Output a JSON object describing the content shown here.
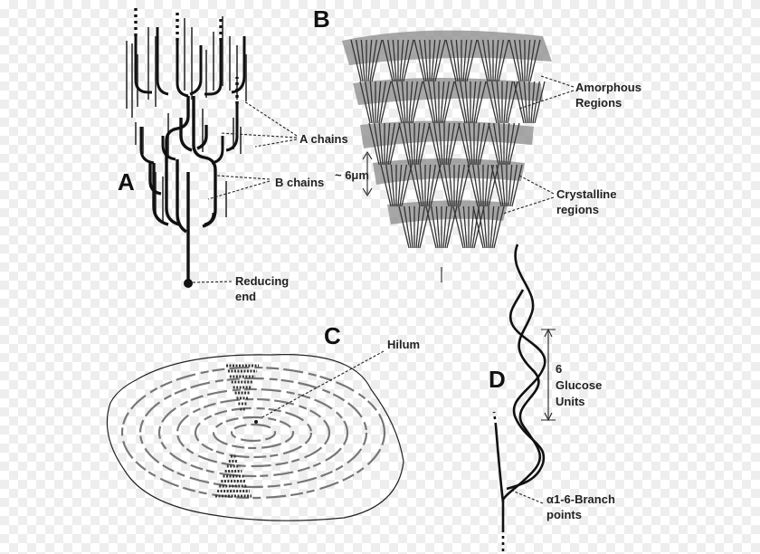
{
  "panels": {
    "a": {
      "letter": "A",
      "a_chains_label": "A chains",
      "b_chains_label": "B chains",
      "reducing_end_label": [
        "Reducing",
        "end"
      ]
    },
    "b": {
      "letter": "B",
      "amorphous_label": [
        "Amorphous",
        "Regions"
      ],
      "crystalline_label": [
        "Crystalline",
        "regions"
      ],
      "spacing_label": "~ 6μm"
    },
    "c": {
      "letter": "C",
      "hilum_label": "Hilum"
    },
    "d": {
      "letter": "D",
      "repeat_label": [
        "6",
        "Glucose",
        "Units"
      ],
      "branch_label": [
        "α1-6-Branch",
        "points"
      ]
    }
  },
  "colors": {
    "ink": "#111111",
    "shading": "#8a8a8a",
    "checker": "#eeeeee"
  }
}
